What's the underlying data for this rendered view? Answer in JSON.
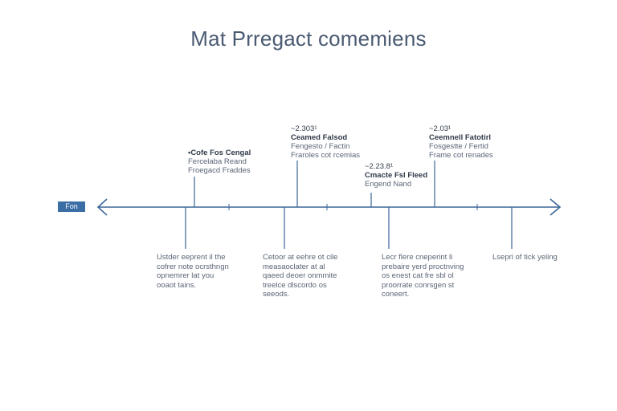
{
  "title": "Mat Prregact comemiens",
  "start_label": "Fon",
  "colors": {
    "axis": "#3b6799",
    "badge": "#3a6ea5",
    "text": "#4a5566"
  },
  "events_above": [
    {
      "date": "",
      "title": "•Cofe Fos Cengal",
      "sub1": "Fercelaba Reand",
      "sub2": "Froegacd Fraddes"
    },
    {
      "date": "~2.303¹",
      "title": "Ceamed Falsod",
      "sub1": "Fengesto / Factin",
      "sub2": "Fraroles cot rcemias"
    },
    {
      "date": "~2.23.8¹",
      "title": "Cmacte Fsl Fleed",
      "sub1": "Engend Nand",
      "sub2": ""
    },
    {
      "date": "~2.03¹",
      "title": "Ceemnell Fatotirl",
      "sub1": "Fosgestte / Fertid",
      "sub2": "Frame cot renades"
    }
  ],
  "notes_below": [
    "Ustder eeprent il the\ncofrer note ocrsthngn\nopnemrer lat you\nooaot tains.",
    "Cetoor at eehre ot cile\nmeasaoclater at al\nqaeed deoer onmmite\ntreelce dlscordo os\nseeods.",
    "Lecr flere cneperint li\nprebaire yerd proctnving\nos enest cat fre sbl ol\nproorrate conrsgen st\nconeert.",
    "Lsepri of tick yeling"
  ]
}
